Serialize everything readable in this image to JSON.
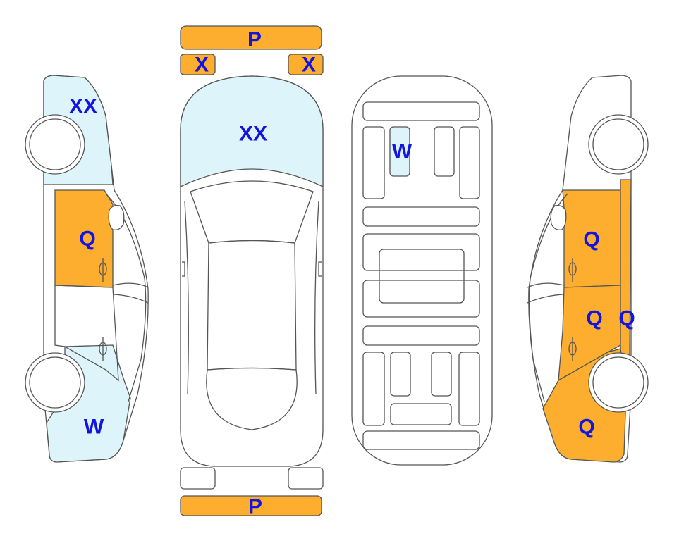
{
  "colors": {
    "damage_fill": "#FDAE2E",
    "scratch_fill": "#DDF5FA",
    "outline": "#555555",
    "label": "#1414E0",
    "background": "#FFFFFF"
  },
  "labels": {
    "front_bumper": "P",
    "rear_bumper": "P",
    "headlight_left": "X",
    "headlight_right": "X",
    "hood": "XX",
    "left_front_fender": "XX",
    "left_front_door": "Q",
    "left_rear_quarter": "W",
    "roof_panel": "W",
    "right_front_door": "Q",
    "right_rear_door": "Q",
    "right_rocker": "Q",
    "right_rear_quarter": "Q"
  }
}
